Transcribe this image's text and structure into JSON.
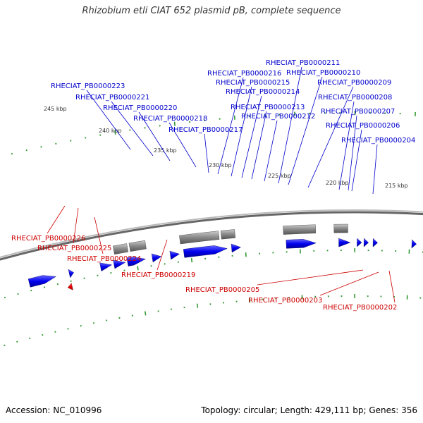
{
  "title": "Rhizobium etli CIAT 652 plasmid pB, complete sequence",
  "footer": {
    "accession": "Accession: NC_010996",
    "stats": "Topology: circular; Length: 429,111 bp; Genes: 356"
  },
  "colors": {
    "forward": "#0000ee",
    "reverse": "#ee0000",
    "highlight": "#33cc33",
    "backbone": "#999999",
    "tick": "#339933"
  },
  "scale_labels": [
    "245 kbp",
    "240 kbp",
    "235 kbp",
    "230 kbp",
    "225 kbp",
    "220 kbp",
    "215 kbp"
  ],
  "gene_labels": {
    "forward": [
      "RHECIAT_PB0000223",
      "RHECIAT_PB0000221",
      "RHECIAT_PB0000220",
      "RHECIAT_PB0000218",
      "RHECIAT_PB0000217",
      "RHECIAT_PB0000216",
      "RHECIAT_PB0000215",
      "RHECIAT_PB0000214",
      "RHECIAT_PB0000213",
      "RHECIAT_PB0000212",
      "RHECIAT_PB0000211",
      "RHECIAT_PB0000210",
      "RHECIAT_PB0000209",
      "RHECIAT_PB0000208",
      "RHECIAT_PB0000207",
      "RHECIAT_PB0000206",
      "RHECIAT_PB0000204"
    ],
    "reverse": [
      "RHECIAT_PB0000226",
      "RHECIAT_PB0000225",
      "RHECIAT_PB0000224",
      "RHECIAT_PB0000219",
      "RHECIAT_PB0000205",
      "RHECIAT_PB0000203",
      "RHECIAT_PB0000202"
    ]
  }
}
